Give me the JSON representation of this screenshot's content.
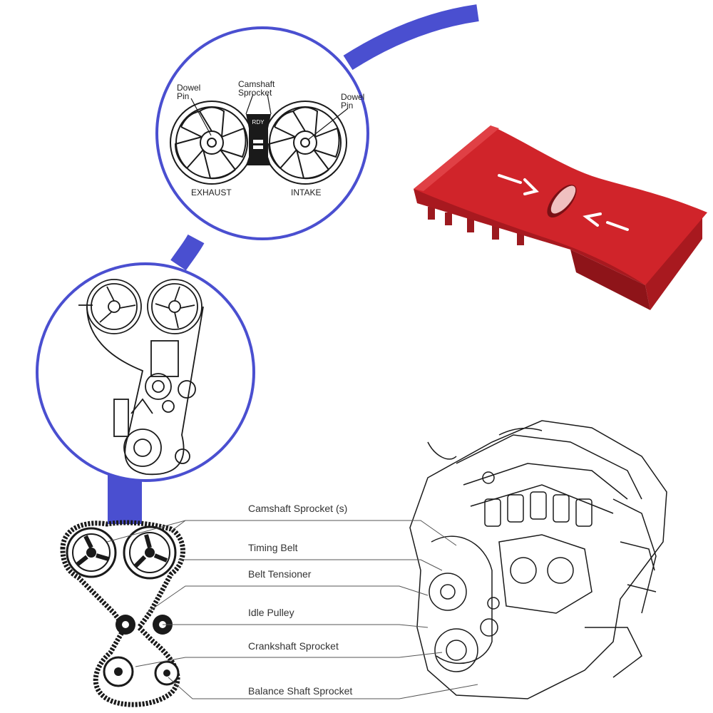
{
  "colors": {
    "connector": "#4a4fd0",
    "circle_border": "#4a4fd0",
    "tool_red": "#d0242a",
    "line_art": "#1a1a1a"
  },
  "top_detail": {
    "camshaft_label": "Camshaft Sprocket",
    "dowel_left": "Dowel Pin",
    "dowel_right": "Dowel Pin",
    "exhaust_label": "EXHAUST",
    "intake_label": "INTAKE",
    "tool_mark": "RDY"
  },
  "callouts": [
    "Camshaft Sprocket (s)",
    "Timing Belt",
    "Belt Tensioner",
    "Idle Pulley",
    "Crankshaft Sprocket",
    "Balance Shaft Sprocket"
  ],
  "icons": {
    "tool": "camshaft-alignment-tool-icon",
    "engine": "engine-line-drawing-icon"
  }
}
